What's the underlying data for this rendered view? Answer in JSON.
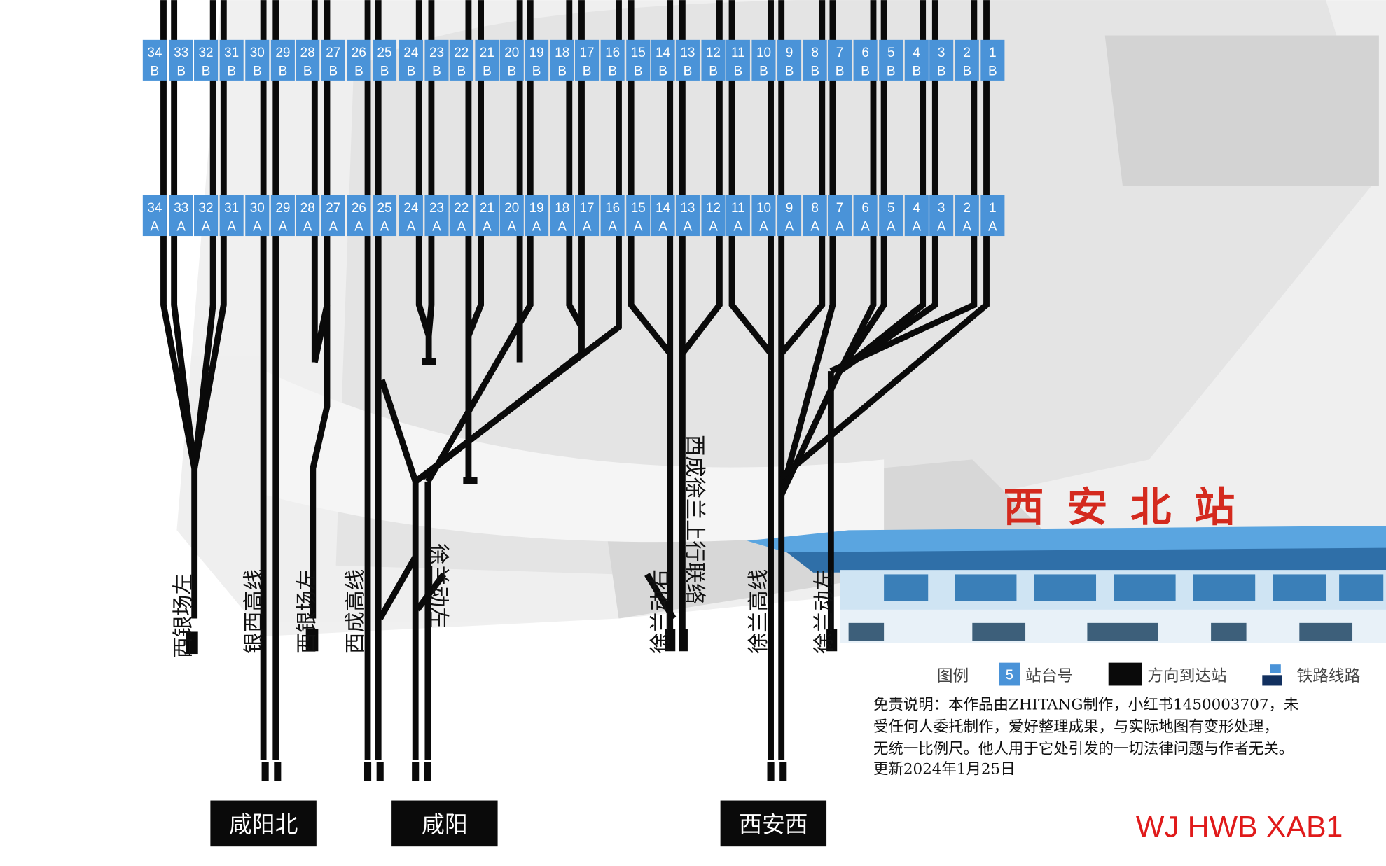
{
  "colors": {
    "platform": "#4a93d8",
    "track": "#0a0a0a",
    "title": "#d42a1e",
    "code": "#e01a1a",
    "roof": "#5aa5e0"
  },
  "station_title": "西安北站",
  "platforms": {
    "numbers": [
      "34",
      "33",
      "32",
      "31",
      "30",
      "29",
      "28",
      "27",
      "26",
      "25",
      "24",
      "23",
      "22",
      "21",
      "20",
      "19",
      "18",
      "17",
      "16",
      "15",
      "14",
      "13",
      "12",
      "11",
      "10",
      "9",
      "8",
      "7",
      "6",
      "5",
      "4",
      "3",
      "2",
      "1"
    ],
    "row_b_letter": "B",
    "row_a_letter": "A"
  },
  "line_labels": {
    "xiyin_left_1": "西银场左",
    "yinxi_hsr": "银西高线",
    "xiyin_left_2": "西银场左",
    "xicheng_hsr": "西成高线",
    "xulan_emu_left_w": "徐兰动左",
    "xulan_emu_right": "徐兰动右",
    "xicheng_xulan_link": "西成徐兰上行联络",
    "xulan_hsr": "徐兰高线",
    "xulan_emu_left_e": "徐兰动左"
  },
  "destinations": [
    "咸阳北",
    "咸阳",
    "西安西"
  ],
  "legend": {
    "title": "图例",
    "platform_sample": "5",
    "platform_label": "站台号",
    "direction_label": "方向到达站",
    "track_label": "铁路线路"
  },
  "disclaimer": [
    "免责说明：本作品由ZHITANG制作，小红书1450003707，未",
    "受任何人委托制作，爱好整理成果，与实际地图有变形处理，",
    "无统一比例尺。他人用于它处引发的一切法律问题与作者无关。",
    "更新2024年1月25日"
  ],
  "code": "WJ  HWB XAB1"
}
